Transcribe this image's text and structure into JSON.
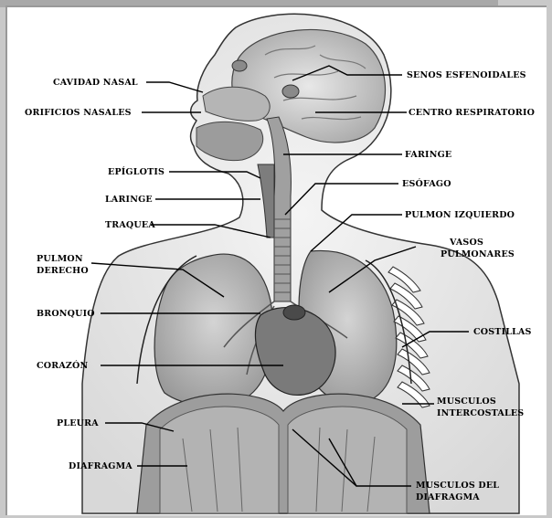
{
  "labels": {
    "cavidad_nasal": "CAVIDAD NASAL",
    "orificios_nasales": "ORIFICIOS NASALES",
    "epiglotis": "EPÍGLOTIS",
    "laringe": "LARINGE",
    "traquea": "TRAQUEA",
    "pulmon_derecho_1": "PULMON",
    "pulmon_derecho_2": "DERECHO",
    "bronquio": "BRONQUIO",
    "corazon": "CORAZÓN",
    "pleura": "PLEURA",
    "diafragma": "DIAFRAGMA",
    "senos_esfenoidales": "SENOS ESFENOIDALES",
    "centro_respiratorio": "CENTRO RESPIRATORIO",
    "faringe": "FARINGE",
    "esofago": "ESÓFAGO",
    "pulmon_izquierdo": "PULMON IZQUIERDO",
    "vasos_1": "VASOS",
    "vasos_2": "PULMONARES",
    "costillas": "COSTILLAS",
    "musculos_int_1": "MUSCULOS",
    "musculos_int_2": "INTERCOSTALES",
    "musculos_diaf_1": "MUSCULOS DEL",
    "musculos_diaf_2": "DIAFRAGMA"
  }
}
